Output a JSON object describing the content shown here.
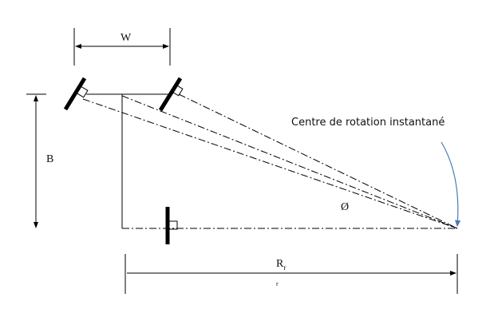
{
  "labels": {
    "track_width": "W",
    "wheelbase": "B",
    "center_label": "Centre de rotation instantané",
    "angle": "Ø",
    "radius": "R",
    "radius_sub": "r",
    "stray_r": "r"
  },
  "colors": {
    "line": "#000000",
    "arc": "#4a7ab5"
  }
}
